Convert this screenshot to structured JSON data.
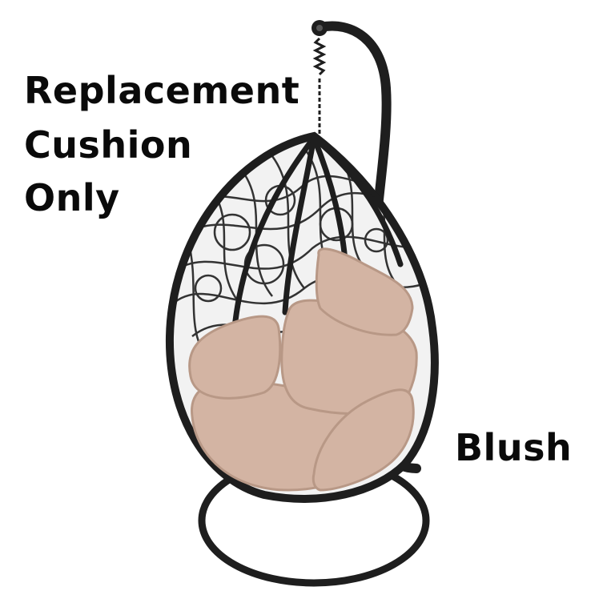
{
  "caption": {
    "line1": "Replacement",
    "line2": "Cushion",
    "line3": "Only"
  },
  "color_label": "Blush",
  "colors": {
    "background": "#ffffff",
    "text": "#0a0a0a",
    "frame": "#1e1e1e",
    "cushion": "#d3b4a3",
    "cushion_shadow": "#b89886"
  },
  "icons": {
    "chair": "hanging-egg-chair-icon"
  }
}
